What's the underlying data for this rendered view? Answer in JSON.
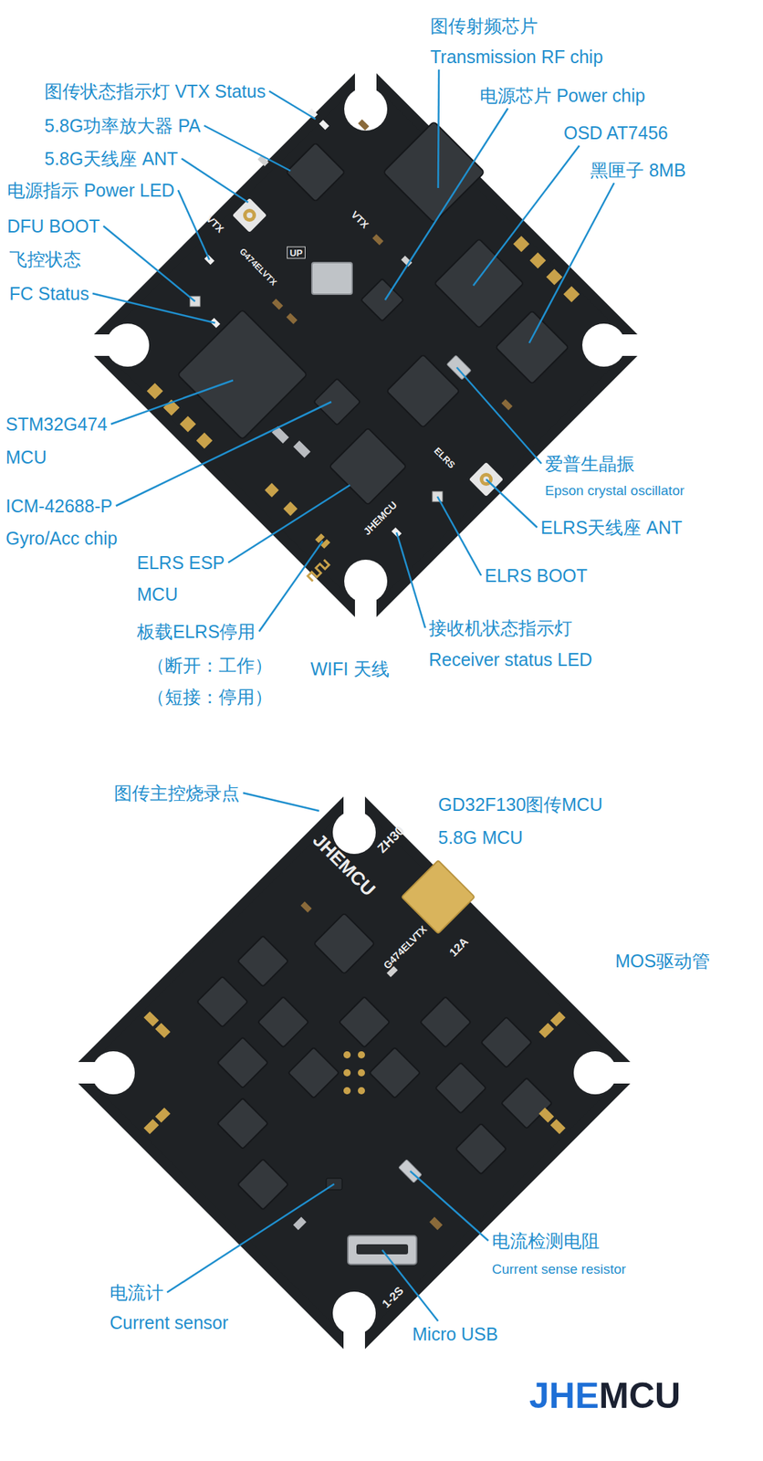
{
  "diagram": {
    "labels": [
      "图传射频芯片",
      "Transmission RF chip",
      "图传状态指示灯 VTX Status",
      "电源芯片 Power chip",
      "5.8G功率放大器 PA",
      "OSD AT7456",
      "5.8G天线座 ANT",
      "黑匣子 8MB",
      "电源指示 Power LED",
      "DFU BOOT",
      "飞控状态",
      "FC Status",
      "STM32G474",
      "MCU",
      "爱普生晶振",
      "Epson crystal oscillator",
      "ICM-42688-P",
      "Gyro/Acc chip",
      "ELRS天线座 ANT",
      "ELRS ESP",
      "MCU",
      "ELRS BOOT",
      "板载ELRS停用",
      "（断开：工作）",
      "（短接：停用）",
      "WIFI 天线",
      "接收机状态指示灯",
      "Receiver status LED",
      "图传主控烧录点",
      "GD32F130图传MCU",
      "5.8G MCU",
      "MOS驱动管",
      "电流检测电阻",
      "Current sense resistor",
      "电流计",
      "Current sensor",
      "Micro USB",
      "JHEMCU",
      "VTX",
      "VTX",
      "UP",
      "G474ELVTX",
      "JHEMCU",
      "ELRS",
      "JHEMCU",
      "ZH30",
      "G474ELVTX",
      "12A",
      "1-2S"
    ]
  }
}
